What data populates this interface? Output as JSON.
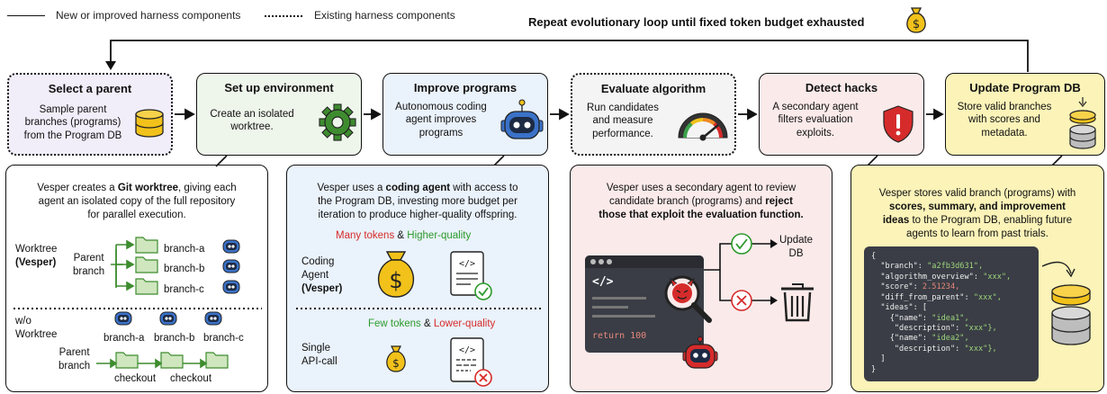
{
  "legend": {
    "solid_label": "New or improved harness components",
    "dotted_label": "Existing harness components"
  },
  "loop_label": "Repeat evolutionary loop until fixed token budget exhausted",
  "steps": [
    {
      "title": "Select a parent",
      "desc": [
        "Sample parent",
        "branches (programs)",
        "from the Program DB"
      ],
      "style": "dotted",
      "color": "#f1eefa",
      "icon": "database-icon"
    },
    {
      "title": "Set up environment",
      "desc": [
        "Create an isolated",
        "worktree."
      ],
      "style": "solid",
      "color": "#eef5eb",
      "icon": "gear-icon"
    },
    {
      "title": "Improve programs",
      "desc": [
        "Autonomous coding",
        "agent improves",
        "programs"
      ],
      "style": "solid",
      "color": "#eaf2fb",
      "icon": "robot-icon"
    },
    {
      "title": "Evaluate algorithm",
      "desc": [
        "Run candidates",
        "and measure",
        "performance."
      ],
      "style": "dotted",
      "color": "#f4f4f4",
      "icon": "gauge-icon"
    },
    {
      "title": "Detect hacks",
      "desc": [
        "A secondary agent",
        "filters evaluation",
        "exploits."
      ],
      "style": "solid",
      "color": "#fbeaea",
      "icon": "shield-icon"
    },
    {
      "title": "Update Program DB",
      "desc": [
        "Store valid branches",
        "with scores and",
        "metadata."
      ],
      "style": "solid",
      "color": "#fbf3b8",
      "icon": "database-update-icon"
    }
  ],
  "worktree_panel": {
    "intro_1": "Vesper creates a ",
    "intro_bold": "Git worktree",
    "intro_2": ", giving each",
    "intro_line2": "agent an isolated copy of the full repository",
    "intro_line3": "for parallel execution.",
    "with_label": "Worktree",
    "with_label_bold": "(Vesper)",
    "parent_branch": [
      "Parent",
      "branch"
    ],
    "branches": [
      "branch-a",
      "branch-b",
      "branch-c"
    ],
    "without_label": [
      "w/o",
      "Worktree"
    ],
    "checkout": [
      "checkout",
      "checkout"
    ]
  },
  "coding_panel": {
    "line1_a": "Vesper uses a ",
    "line1_bold": "coding agent",
    "line1_b": " with access to",
    "line2": "the Program DB, investing more budget per",
    "line3": "iteration to produce higher-quality offspring.",
    "agent_label": [
      "Coding",
      "Agent"
    ],
    "agent_label_bold": "(Vesper)",
    "many_tokens": "Many tokens",
    "amp": "&",
    "higher_quality": "Higher-quality",
    "few_tokens": "Few tokens",
    "lower_quality": "Lower-quality",
    "single_label": [
      "Single",
      "API-call"
    ]
  },
  "hack_panel": {
    "line1": "Vesper uses a secondary agent to review",
    "line2_a": "candidate branch (programs) and ",
    "line2_bold": "reject",
    "line3_bold": "those that exploit the evaluation function.",
    "code_text": "return 100",
    "update_db": [
      "Update",
      "DB"
    ]
  },
  "db_panel": {
    "line1": "Vesper stores valid branch (programs) with",
    "line2_bold": "scores, summary, and improvement",
    "line3_bold": "ideas",
    "line3": " to the Program DB, enabling future",
    "line4": "agents to learn from past trials.",
    "json_lines": [
      "{",
      "  \"branch\": \"a2fb3d631\",",
      "  \"algorithm_overview\": \"xxx\",",
      "  \"score\": 2.51234,",
      "  \"diff_from_parent\": \"xxx\",",
      "  \"ideas\": [",
      "    {\"name\": \"idea1\",",
      "     \"description\": \"xxx\"},",
      "    {\"name\": \"idea2\",",
      "     \"description\": \"xxx\"},",
      "  ]",
      "}"
    ]
  }
}
